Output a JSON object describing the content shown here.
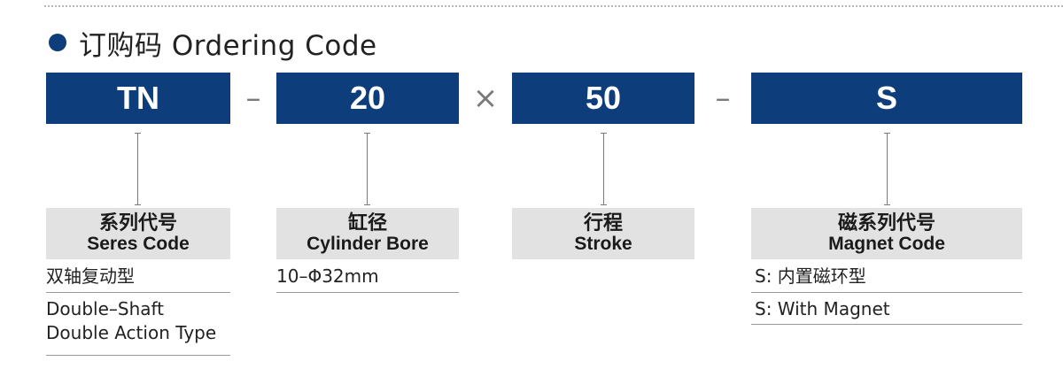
{
  "header": {
    "title": "订购码 Ordering Code"
  },
  "colors": {
    "code_box": "#0d3d7a",
    "label_box": "#e2e2e2",
    "separator": "#7a7a7a"
  },
  "code": {
    "segments": [
      "TN",
      "20",
      "50",
      "S"
    ],
    "separators": [
      "–",
      "×",
      "–"
    ]
  },
  "fields": [
    {
      "label_cn": "系列代号",
      "label_en": "Seres Code",
      "descriptions": [
        "双轴复动型",
        "Double–Shaft\nDouble Action Type"
      ]
    },
    {
      "label_cn": "缸径",
      "label_en": "Cylinder Bore",
      "descriptions": [
        "10–Φ32mm"
      ]
    },
    {
      "label_cn": "行程",
      "label_en": "Stroke",
      "descriptions": []
    },
    {
      "label_cn": "磁系列代号",
      "label_en": "Magnet Code",
      "descriptions": [
        "S: 内置磁环型",
        "S: With Magnet"
      ]
    }
  ]
}
